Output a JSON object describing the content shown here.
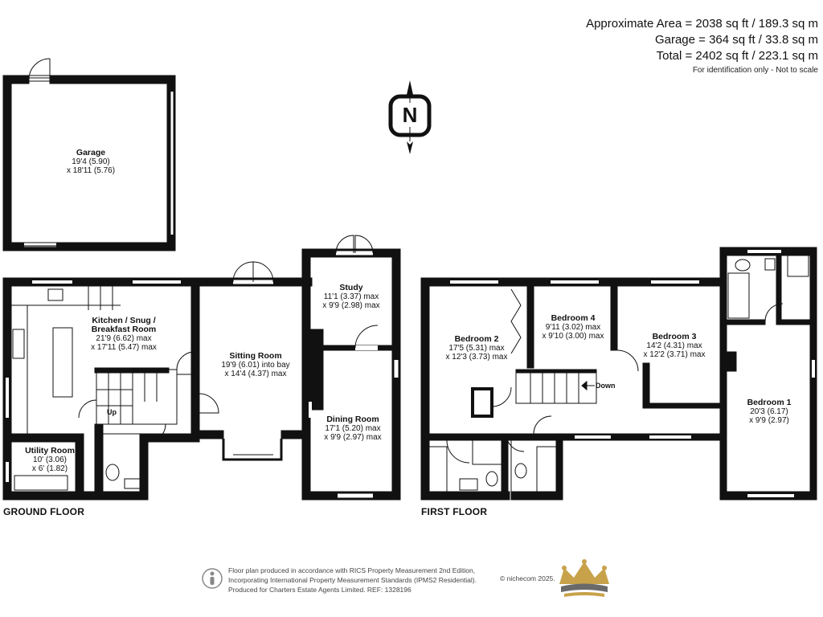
{
  "area": {
    "approx": "Approximate Area = 2038 sq ft / 189.3 sq m",
    "garage": "Garage = 364 sq ft / 33.8 sq m",
    "total": "Total = 2402 sq ft / 223.1 sq m",
    "note": "For identification only - Not to scale"
  },
  "compass": {
    "letter": "N"
  },
  "floors": {
    "ground": "GROUND FLOOR",
    "first": "FIRST FLOOR"
  },
  "rooms": {
    "garage": {
      "name": "Garage",
      "dims": [
        "19'4 (5.90)",
        "x 18'11 (5.76)"
      ]
    },
    "kitchen": {
      "name": [
        "Kitchen / Snug /",
        "Breakfast Room"
      ],
      "dims": [
        "21'9 (6.62) max",
        "x 17'11 (5.47) max"
      ]
    },
    "sitting": {
      "name": "Sitting Room",
      "dims": [
        "19'9 (6.01) into bay",
        "x 14'4 (4.37) max"
      ]
    },
    "study": {
      "name": "Study",
      "dims": [
        "11'1 (3.37) max",
        "x 9'9 (2.98) max"
      ]
    },
    "dining": {
      "name": "Dining Room",
      "dims": [
        "17'1 (5.20) max",
        "x 9'9 (2.97) max"
      ]
    },
    "utility": {
      "name": "Utility Room",
      "dims": [
        "10' (3.06)",
        "x 6' (1.82)"
      ]
    },
    "bed2": {
      "name": "Bedroom 2",
      "dims": [
        "17'5 (5.31) max",
        "x 12'3 (3.73) max"
      ]
    },
    "bed4": {
      "name": "Bedroom 4",
      "dims": [
        "9'11 (3.02) max",
        "x 9'10 (3.00) max"
      ]
    },
    "bed3": {
      "name": "Bedroom 3",
      "dims": [
        "14'2 (4.31) max",
        "x 12'2 (3.71) max"
      ]
    },
    "bed1": {
      "name": "Bedroom 1",
      "dims": [
        "20'3 (6.17)",
        "x 9'9 (2.97)"
      ]
    }
  },
  "labels": {
    "up": "Up",
    "down": "Down"
  },
  "footer": {
    "lines": [
      "Floor plan produced in accordance with RICS Property Measurement 2nd Edition,",
      "Incorporating International Property Measurement Standards (IPMS2 Residential).",
      "Produced for Charters Estate Agents Limited.   REF: 1328196"
    ],
    "copyright": "© nichecom 2025."
  },
  "colors": {
    "wall": "#111111",
    "crown_gold": "#c8a24a",
    "crown_dark": "#6a6a6a"
  }
}
